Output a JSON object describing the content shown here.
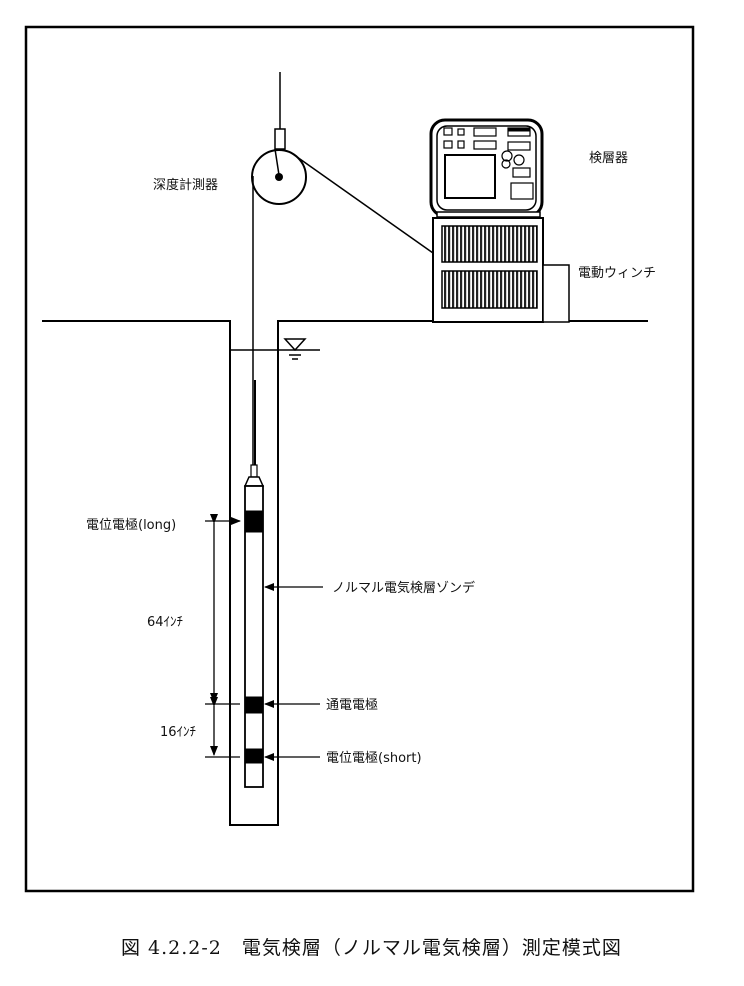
{
  "labels": {
    "depth_counter": "深度計測器",
    "logger": "検層器",
    "winch": "電動ウィンチ",
    "electrode_long": "電位電極(long)",
    "sonde": "ノルマル電気検層ゾンデ",
    "spacing_64": "64ｲﾝﾁ",
    "current_electrode": "通電電極",
    "spacing_16": "16ｲﾝﾁ",
    "electrode_short": "電位電極(short)"
  },
  "caption": "図 4.2.2-2　電気検層（ノルマル電気検層）測定模式図"
}
